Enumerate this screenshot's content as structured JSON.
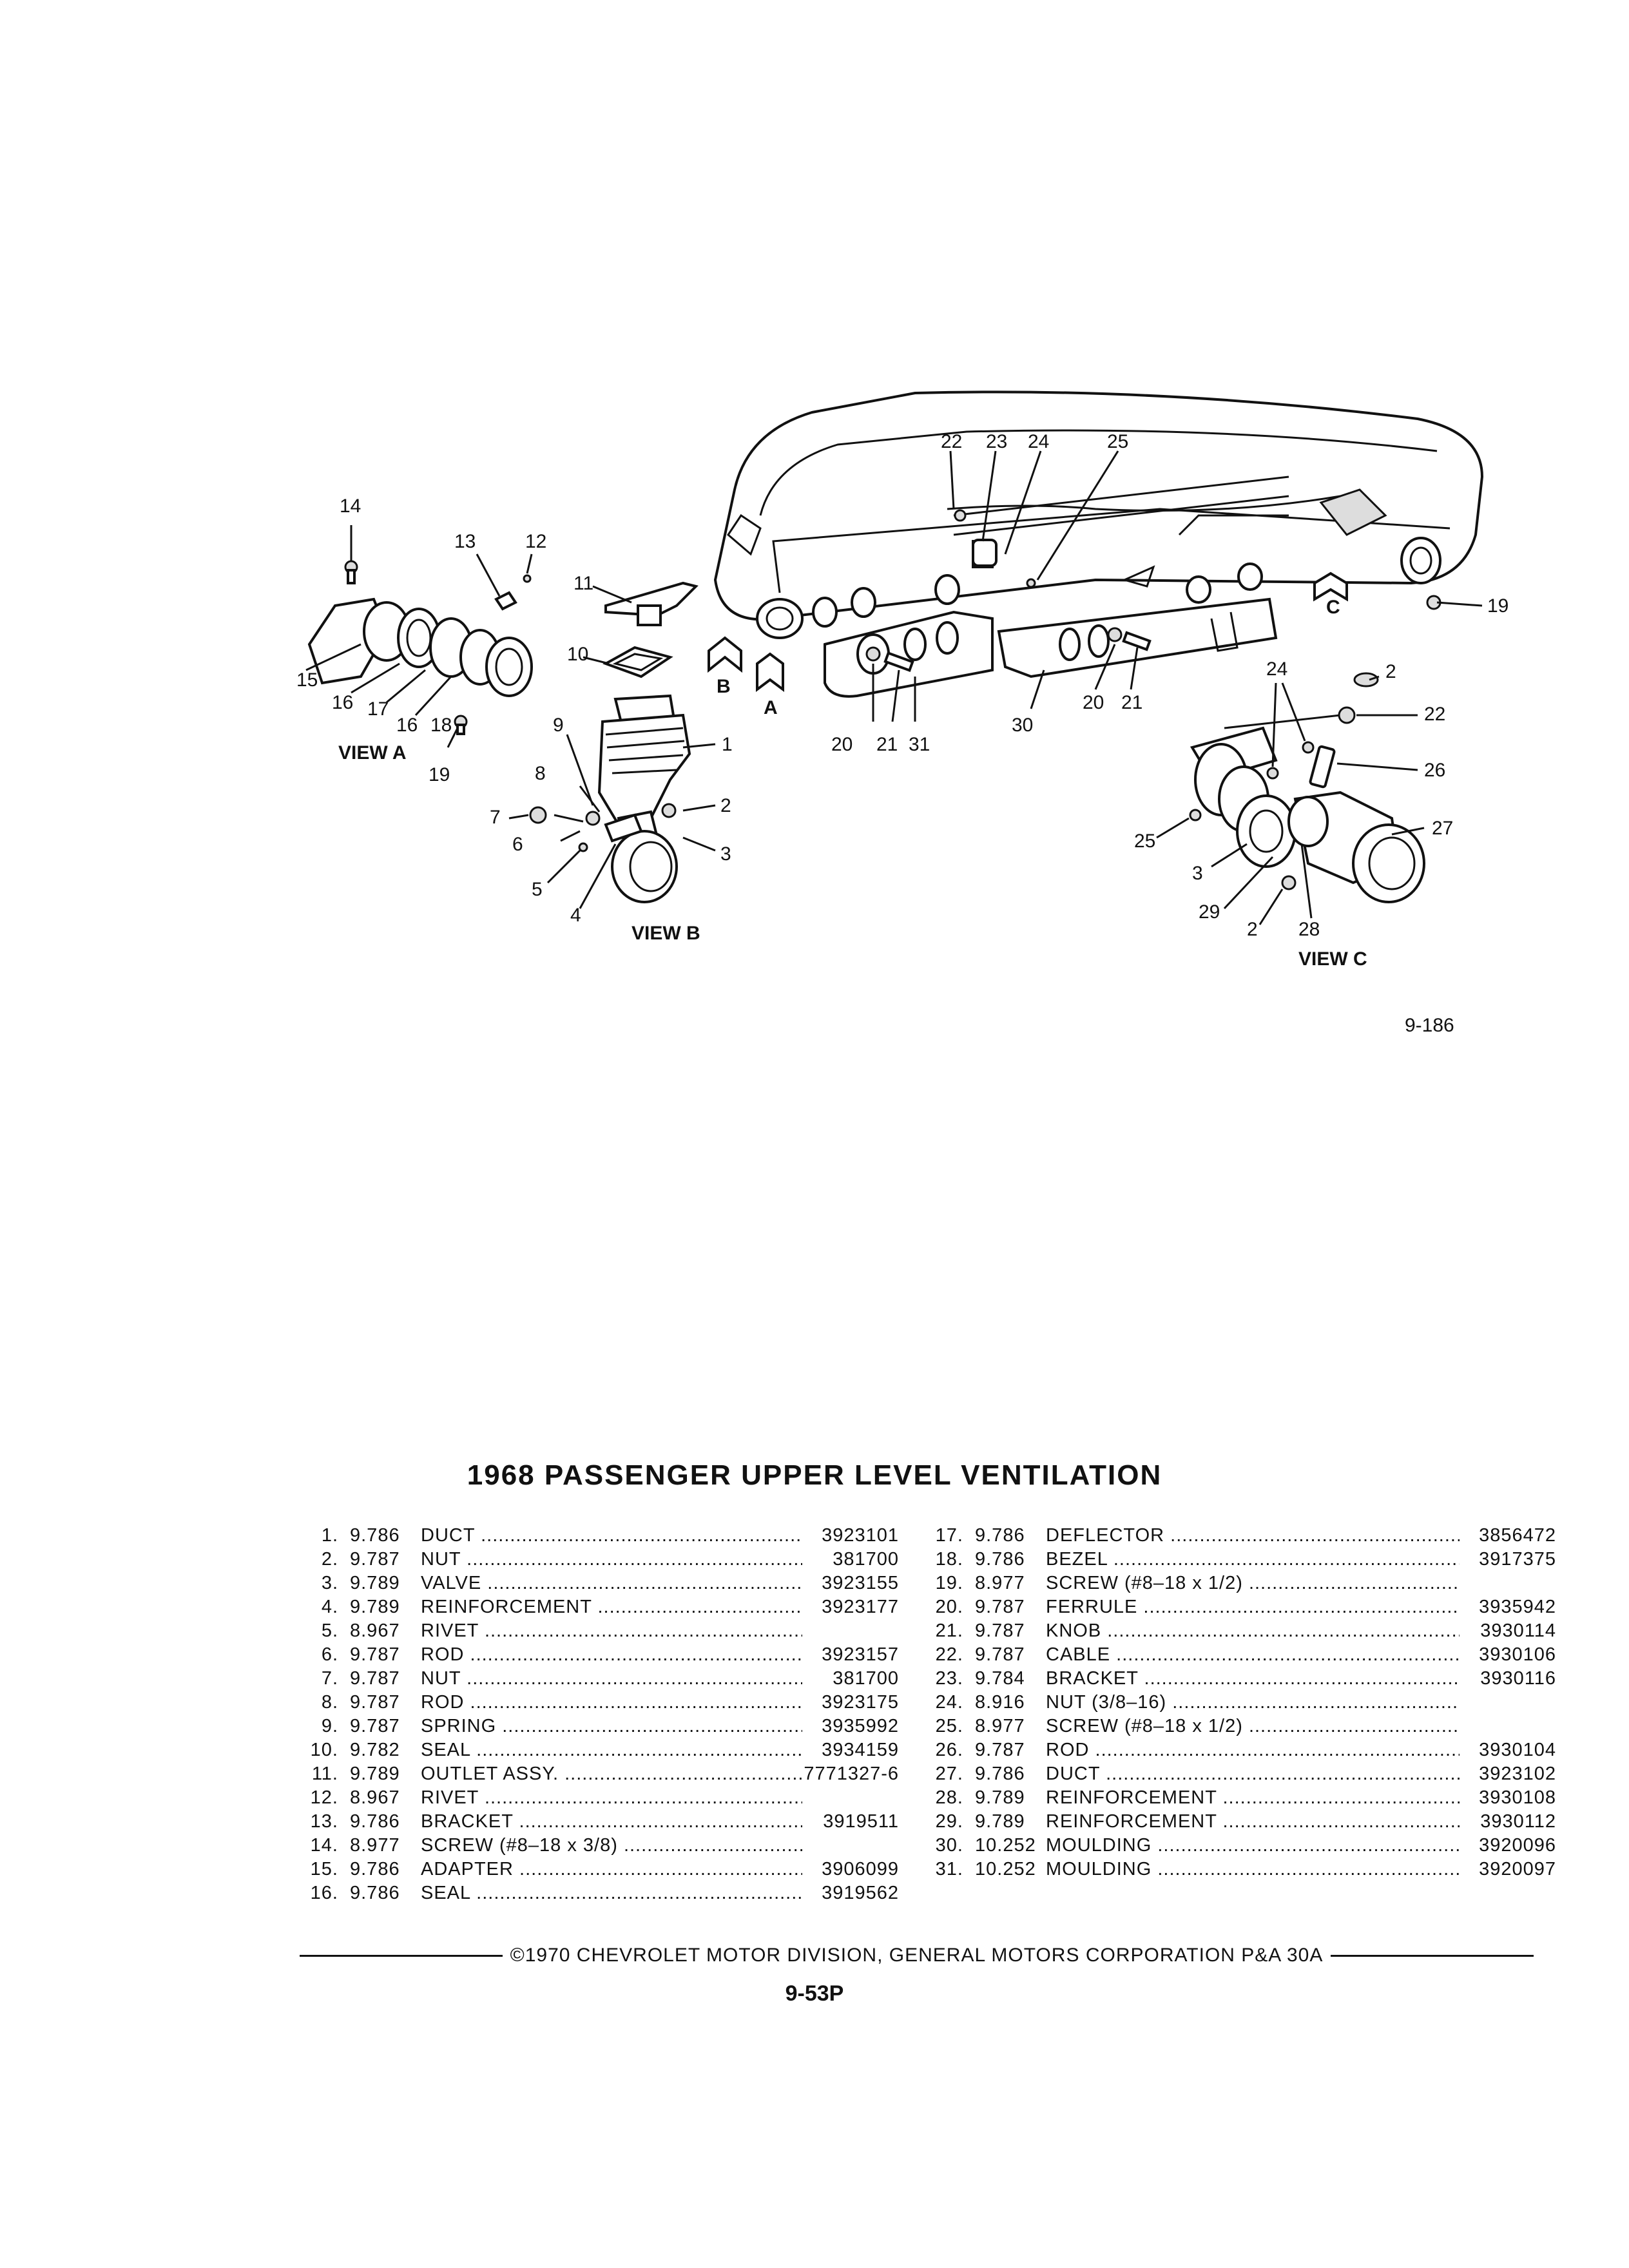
{
  "diagram": {
    "figure_ref": "9-186",
    "view_labels": {
      "a": "VIEW A",
      "b": "VIEW B",
      "c": "VIEW C"
    },
    "arrow_letters": {
      "a": "A",
      "b": "B",
      "c": "C"
    },
    "callouts": {
      "main": [
        "22",
        "23",
        "24",
        "25",
        "19",
        "20",
        "21",
        "31",
        "30",
        "20",
        "21"
      ],
      "view_a": [
        "14",
        "13",
        "12",
        "11",
        "15",
        "16",
        "17",
        "16",
        "18",
        "19",
        "10"
      ],
      "view_b": [
        "9",
        "8",
        "1",
        "2",
        "7",
        "6",
        "3",
        "5",
        "4"
      ],
      "view_c": [
        "24",
        "2",
        "22",
        "26",
        "27",
        "25",
        "3",
        "29",
        "2",
        "28"
      ]
    }
  },
  "page": {
    "title": "1968 PASSENGER UPPER LEVEL VENTILATION",
    "footer": "©1970 CHEVROLET MOTOR DIVISION, GENERAL MOTORS CORPORATION  P&A 30A",
    "page_number": "9-53P"
  },
  "parts_left": [
    {
      "n": "1.",
      "grp": "9.786",
      "name": "DUCT",
      "part": "3923101"
    },
    {
      "n": "2.",
      "grp": "9.787",
      "name": "NUT",
      "part": "381700"
    },
    {
      "n": "3.",
      "grp": "9.789",
      "name": "VALVE",
      "part": "3923155"
    },
    {
      "n": "4.",
      "grp": "9.789",
      "name": "REINFORCEMENT",
      "part": "3923177"
    },
    {
      "n": "5.",
      "grp": "8.967",
      "name": "RIVET",
      "part": ""
    },
    {
      "n": "6.",
      "grp": "9.787",
      "name": "ROD",
      "part": "3923157"
    },
    {
      "n": "7.",
      "grp": "9.787",
      "name": "NUT",
      "part": "381700"
    },
    {
      "n": "8.",
      "grp": "9.787",
      "name": "ROD",
      "part": "3923175"
    },
    {
      "n": "9.",
      "grp": "9.787",
      "name": "SPRING",
      "part": "3935992"
    },
    {
      "n": "10.",
      "grp": "9.782",
      "name": "SEAL",
      "part": "3934159"
    },
    {
      "n": "11.",
      "grp": "9.789",
      "name": "OUTLET ASSY.",
      "part": "7771327-6"
    },
    {
      "n": "12.",
      "grp": "8.967",
      "name": "RIVET",
      "part": ""
    },
    {
      "n": "13.",
      "grp": "9.786",
      "name": "BRACKET",
      "part": "3919511"
    },
    {
      "n": "14.",
      "grp": "8.977",
      "name": "SCREW (#8–18 x 3/8)",
      "part": ""
    },
    {
      "n": "15.",
      "grp": "9.786",
      "name": "ADAPTER",
      "part": "3906099"
    },
    {
      "n": "16.",
      "grp": "9.786",
      "name": "SEAL",
      "part": "3919562"
    }
  ],
  "parts_right": [
    {
      "n": "17.",
      "grp": "9.786",
      "name": "DEFLECTOR",
      "part": "3856472"
    },
    {
      "n": "18.",
      "grp": "9.786",
      "name": "BEZEL",
      "part": "3917375"
    },
    {
      "n": "19.",
      "grp": "8.977",
      "name": "SCREW (#8–18 x 1/2)",
      "part": ""
    },
    {
      "n": "20.",
      "grp": "9.787",
      "name": "FERRULE",
      "part": "3935942"
    },
    {
      "n": "21.",
      "grp": "9.787",
      "name": "KNOB",
      "part": "3930114"
    },
    {
      "n": "22.",
      "grp": "9.787",
      "name": "CABLE",
      "part": "3930106"
    },
    {
      "n": "23.",
      "grp": "9.784",
      "name": "BRACKET",
      "part": "3930116"
    },
    {
      "n": "24.",
      "grp": "8.916",
      "name": "NUT (3/8–16)",
      "part": ""
    },
    {
      "n": "25.",
      "grp": "8.977",
      "name": "SCREW (#8–18 x 1/2)",
      "part": ""
    },
    {
      "n": "26.",
      "grp": "9.787",
      "name": "ROD",
      "part": "3930104"
    },
    {
      "n": "27.",
      "grp": "9.786",
      "name": "DUCT",
      "part": "3923102"
    },
    {
      "n": "28.",
      "grp": "9.789",
      "name": "REINFORCEMENT",
      "part": "3930108"
    },
    {
      "n": "29.",
      "grp": "9.789",
      "name": "REINFORCEMENT",
      "part": "3930112"
    },
    {
      "n": "30.",
      "grp": "10.252",
      "name": "MOULDING",
      "part": "3920096"
    },
    {
      "n": "31.",
      "grp": "10.252",
      "name": "MOULDING",
      "part": "3920097"
    }
  ]
}
